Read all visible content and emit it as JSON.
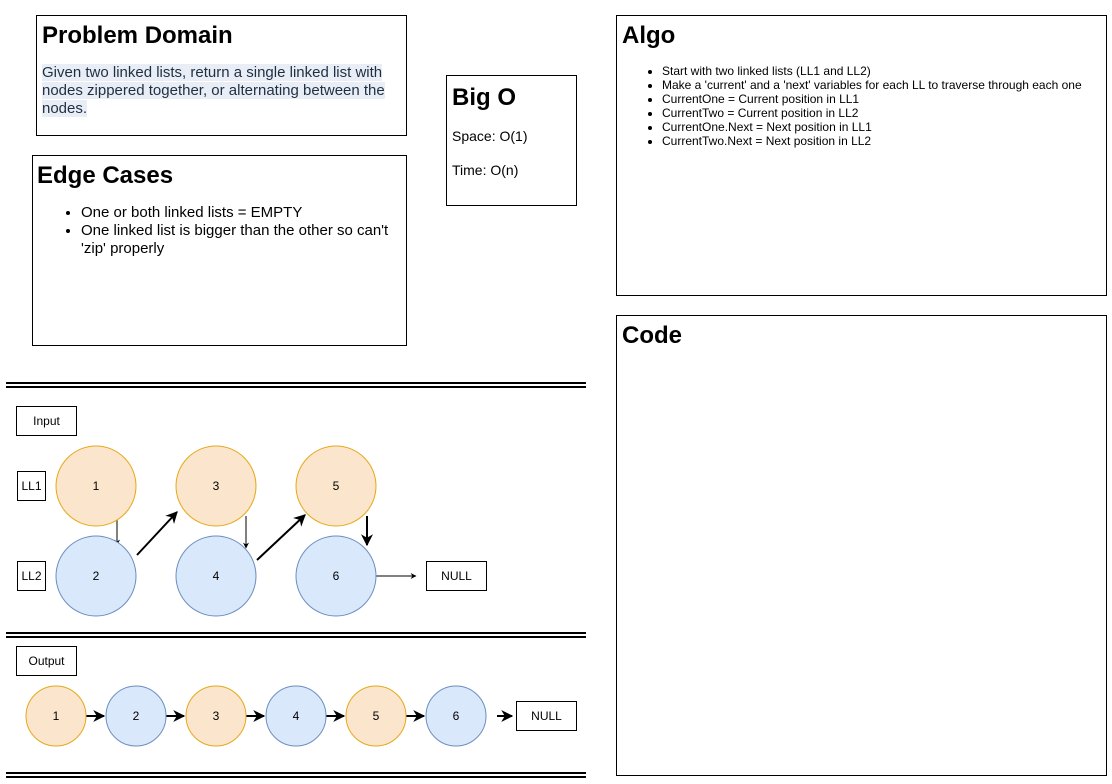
{
  "problem": {
    "title": "Problem Domain",
    "text": "Given two linked lists, return a single linked list with nodes zippered together, or alternating between the nodes."
  },
  "edge": {
    "title": "Edge Cases",
    "items": [
      "One or both linked lists = EMPTY",
      "One linked list is bigger than the other so can't 'zip' properly"
    ]
  },
  "bigo": {
    "title": "Big O",
    "space": "Space: O(1)",
    "time": "Time: O(n)"
  },
  "algo": {
    "title": "Algo",
    "items": [
      "Start with two linked lists (LL1 and LL2)",
      "Make a 'current' and a 'next' variables for each LL to traverse through each one",
      "CurrentOne = Current position in LL1",
      "CurrentTwo = Current position in LL2",
      "CurrentOne.Next = Next position in LL1",
      "CurrentTwo.Next = Next position in LL2"
    ]
  },
  "code": {
    "title": "Code"
  },
  "diagram": {
    "input_label": "Input",
    "ll1_label": "LL1",
    "ll2_label": "LL2",
    "ll1_nodes": [
      "1",
      "3",
      "5"
    ],
    "ll2_nodes": [
      "2",
      "4",
      "6"
    ],
    "null_label": "NULL",
    "output_label": "Output",
    "output_nodes": [
      "1",
      "2",
      "3",
      "4",
      "5",
      "6"
    ],
    "output_null_label": "NULL",
    "colors": {
      "ll1_fill": "#fce5cd",
      "ll1_stroke": "#e6a817",
      "ll2_fill": "#dae8fc",
      "ll2_stroke": "#6c8ebf"
    }
  }
}
